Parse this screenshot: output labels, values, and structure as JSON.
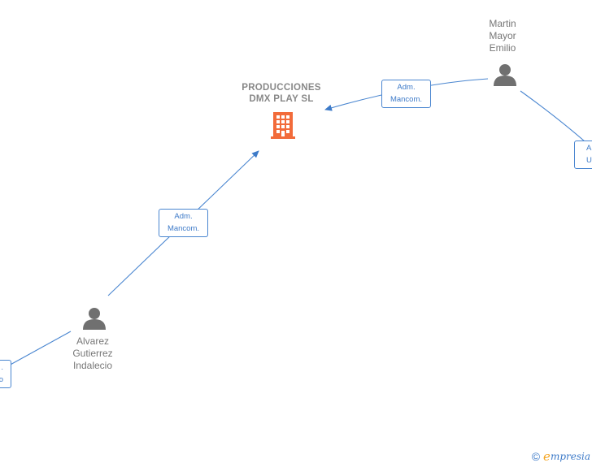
{
  "company": {
    "name": "PRODUCCIONES\nDMX PLAY  SL",
    "icon": "building-icon",
    "color": "#f26b3a"
  },
  "people": [
    {
      "id": "martin",
      "name": "Martin\nMayor\nEmilio",
      "icon": "person-icon"
    },
    {
      "id": "alvarez",
      "name": "Alvarez\nGutierrez\nIndalecio",
      "icon": "person-icon"
    }
  ],
  "edges": [
    {
      "id": "martin-company",
      "label": "Adm.\nMancom."
    },
    {
      "id": "alvarez-company",
      "label": "Adm.\nMancom."
    },
    {
      "id": "martin-offscreen",
      "label": "A\nUn"
    },
    {
      "id": "alvarez-offscreen",
      "label": ".\no"
    }
  ],
  "footer": {
    "copyright": "©",
    "brand_initial": "e",
    "brand_rest": "mpresia"
  },
  "colors": {
    "edge": "#4a86d0",
    "person": "#707070",
    "text": "#777777"
  }
}
